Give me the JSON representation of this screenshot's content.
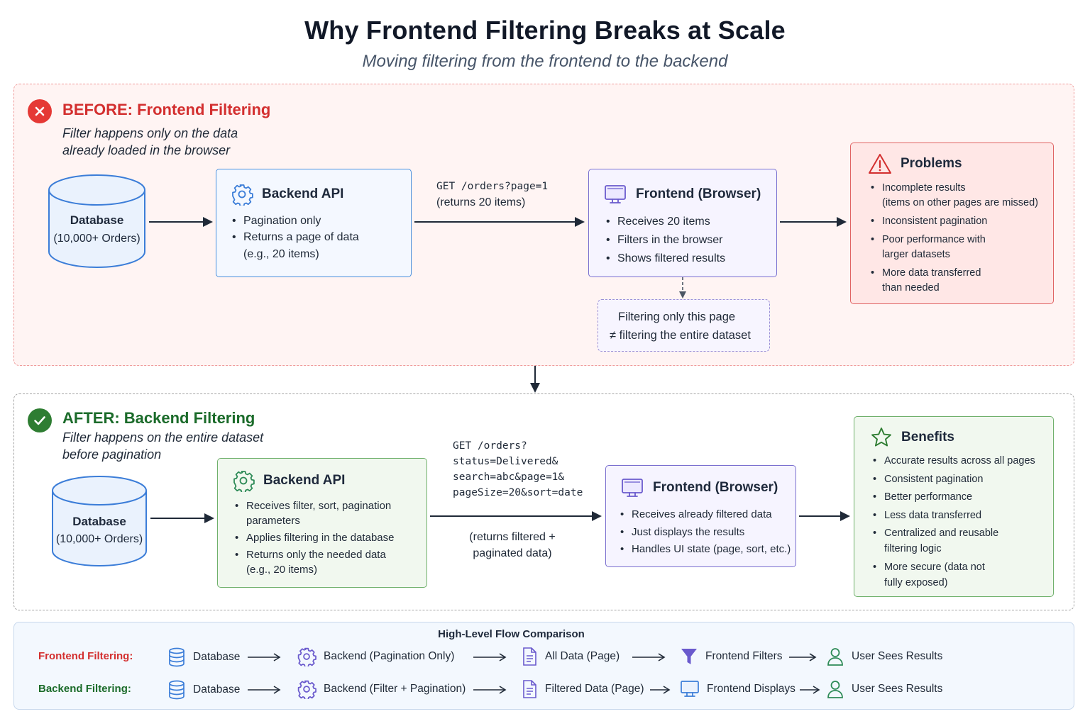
{
  "header": {
    "title": "Why Frontend Filtering Breaks at Scale",
    "subtitle": "Moving filtering from the frontend to the backend"
  },
  "before": {
    "title": "BEFORE: Frontend Filtering",
    "desc_line1": "Filter happens only on the data",
    "desc_line2": "already loaded in the browser",
    "database": {
      "title": "Database",
      "subtitle": "(10,000+ Orders)"
    },
    "backend": {
      "title": "Backend API",
      "bullets": [
        "Pagination only",
        "Returns a page of data"
      ],
      "bullet_cont": "(e.g., 20 items)"
    },
    "request": {
      "line1": "GET /orders?page=1",
      "line2": "(returns 20 items)"
    },
    "frontend": {
      "title": "Frontend (Browser)",
      "bullets": [
        "Receives 20 items",
        "Filters in the browser",
        "Shows filtered results"
      ]
    },
    "note": {
      "line1": "Filtering only this page",
      "line2": "≠ filtering the entire dataset"
    },
    "problems": {
      "title": "Problems",
      "items": [
        {
          "line1": "Incomplete results",
          "line2": "(items on other pages are missed)"
        },
        {
          "line1": "Inconsistent pagination",
          "line2": ""
        },
        {
          "line1": "Poor performance with",
          "line2": "larger datasets"
        },
        {
          "line1": "More data transferred",
          "line2": "than needed"
        }
      ]
    }
  },
  "after": {
    "title": "AFTER: Backend Filtering",
    "desc_line1": "Filter happens on the entire dataset",
    "desc_line2": "before pagination",
    "database": {
      "title": "Database",
      "subtitle": "(10,000+ Orders)"
    },
    "backend": {
      "title": "Backend API",
      "items": [
        {
          "line1": "Receives filter, sort, pagination",
          "line2": "parameters"
        },
        {
          "line1": "Applies filtering in the database",
          "line2": ""
        },
        {
          "line1": "Returns only the needed data",
          "line2": "(e.g., 20 items)"
        }
      ]
    },
    "request": {
      "lines": [
        "GET /orders?",
        "status=Delivered&",
        "search=abc&page=1&",
        "pageSize=20&sort=date"
      ],
      "response_line1": "(returns filtered +",
      "response_line2": "paginated data)"
    },
    "frontend": {
      "title": "Frontend (Browser)",
      "bullets": [
        "Receives already filtered data",
        "Just displays the results",
        "Handles UI state (page, sort, etc.)"
      ]
    },
    "benefits": {
      "title": "Benefits",
      "items": [
        {
          "line1": "Accurate results across all pages",
          "line2": ""
        },
        {
          "line1": "Consistent pagination",
          "line2": ""
        },
        {
          "line1": "Better performance",
          "line2": ""
        },
        {
          "line1": "Less data transferred",
          "line2": ""
        },
        {
          "line1": "Centralized and reusable",
          "line2": "filtering logic"
        },
        {
          "line1": "More secure (data not",
          "line2": "fully exposed)"
        }
      ]
    }
  },
  "flow": {
    "title": "High-Level Flow Comparison",
    "frontend_row": {
      "label": "Frontend Filtering:",
      "steps": [
        "Database",
        "Backend (Pagination Only)",
        "All Data (Page)",
        "Frontend Filters",
        "User Sees Results"
      ]
    },
    "backend_row": {
      "label": "Backend Filtering:",
      "steps": [
        "Database",
        "Backend (Filter + Pagination)",
        "Filtered Data (Page)",
        "Frontend Displays",
        "User Sees Results"
      ]
    }
  },
  "colors": {
    "red": "#d32f2f",
    "green": "#1b6b2a",
    "blue": "#3b7dd8",
    "purple": "#6a5acd",
    "flow_icon_green": "#2e8b57"
  },
  "icons": [
    "x-icon",
    "check-icon",
    "gear-icon",
    "monitor-icon",
    "warning-icon",
    "star-icon",
    "database-icon",
    "document-icon",
    "funnel-icon",
    "user-icon"
  ]
}
